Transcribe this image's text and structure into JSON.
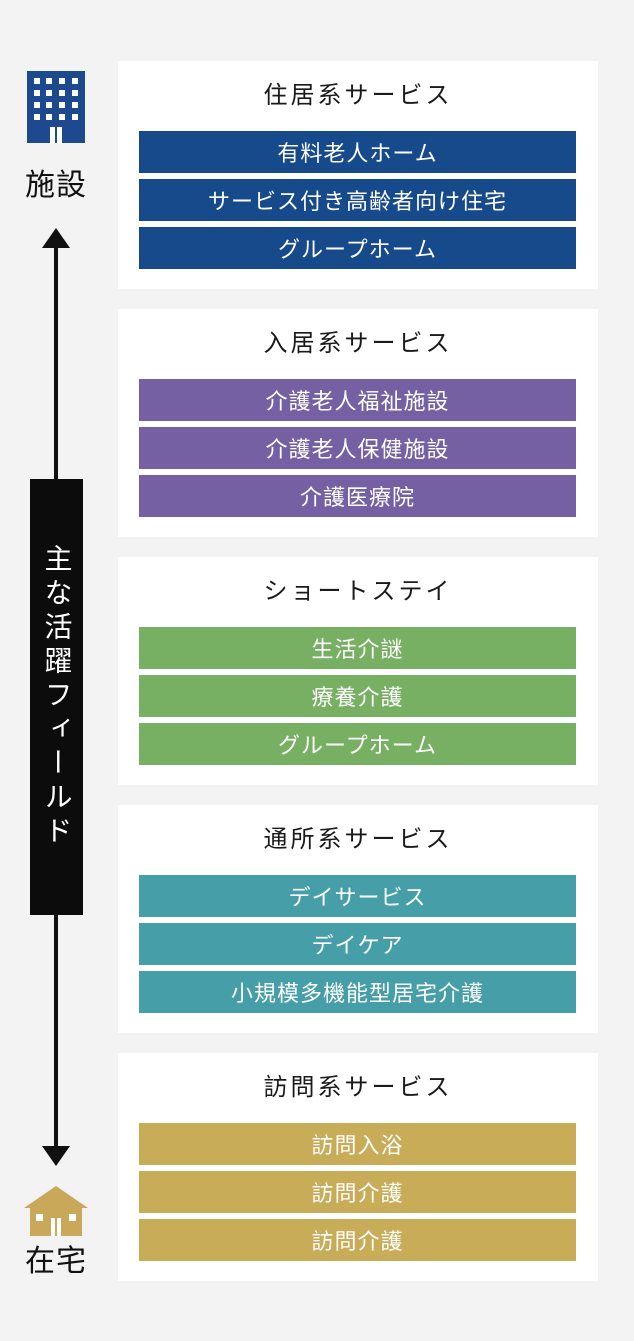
{
  "axis": {
    "top_label": "施設",
    "bottom_label": "在宅",
    "field_label": "主な活躍フィールド",
    "top_icon": "building-icon",
    "bottom_icon": "house-icon",
    "icon_color": "#1d4a8e",
    "home_icon_color": "#c9a85a"
  },
  "categories": [
    {
      "title": "住居系サービス",
      "color": "#174a8b",
      "items": [
        "有料老人ホーム",
        "サービス付き高齢者向け住宅",
        "グループホーム"
      ]
    },
    {
      "title": "入居系サービス",
      "color": "#7560a4",
      "items": [
        "介護老人福祉施設",
        "介護老人保健施設",
        "介護医療院"
      ]
    },
    {
      "title": "ショートステイ",
      "color": "#77b063",
      "items": [
        "生活介謎",
        "療養介護",
        "グループホーム"
      ]
    },
    {
      "title": "通所系サービス",
      "color": "#469fa8",
      "items": [
        "デイサービス",
        "デイケア",
        "小規模多機能型居宅介護"
      ]
    },
    {
      "title": "訪問系サービス",
      "color": "#c9ac58",
      "items": [
        "訪問入浴",
        "訪問介護",
        "訪問介護"
      ]
    }
  ]
}
